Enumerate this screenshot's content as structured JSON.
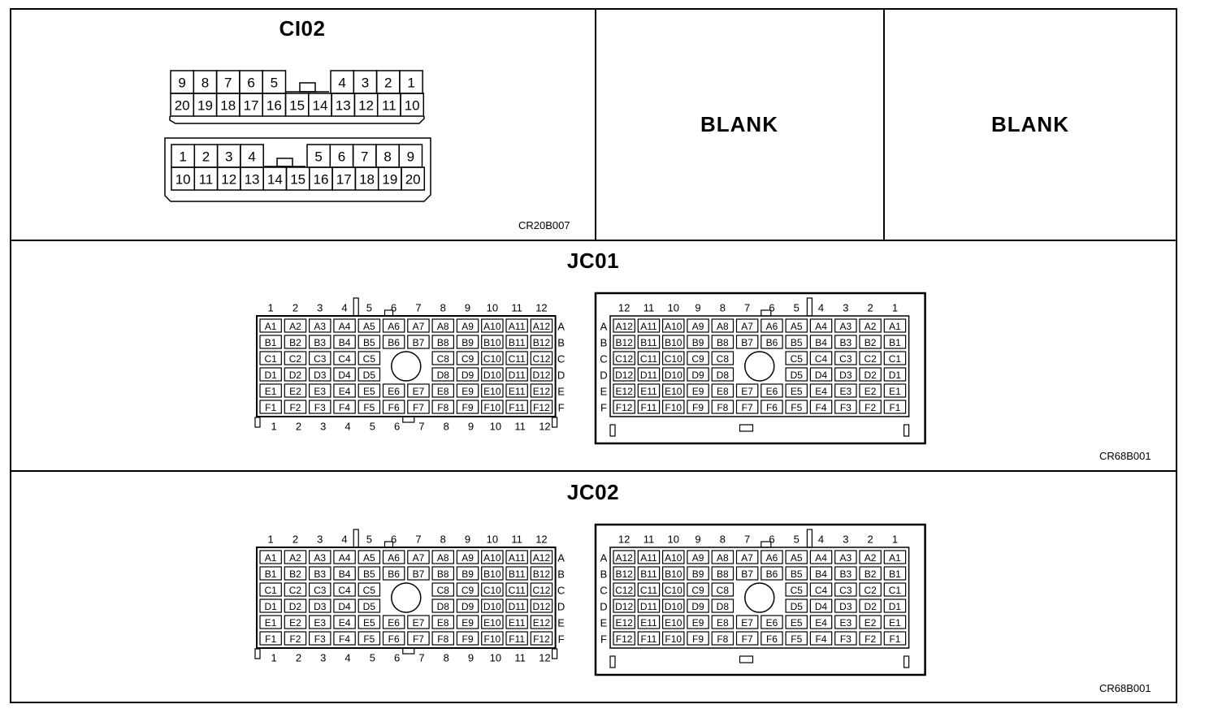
{
  "sections": {
    "ci02": {
      "title": "CI02",
      "code": "CR20B007",
      "top_connector": {
        "row1_left": [
          "9",
          "8",
          "7",
          "6",
          "5"
        ],
        "row1_right": [
          "4",
          "3",
          "2",
          "1"
        ],
        "row2": [
          "20",
          "19",
          "18",
          "17",
          "16",
          "15",
          "14",
          "13",
          "12",
          "11",
          "10"
        ]
      },
      "bottom_connector": {
        "row1_left": [
          "1",
          "2",
          "3",
          "4"
        ],
        "row1_right": [
          "5",
          "6",
          "7",
          "8",
          "9"
        ],
        "row2": [
          "10",
          "11",
          "12",
          "13",
          "14",
          "15",
          "16",
          "17",
          "18",
          "19",
          "20"
        ]
      }
    },
    "blank1": {
      "label": "BLANK"
    },
    "blank2": {
      "label": "BLANK"
    },
    "jc01": {
      "title": "JC01",
      "code": "CR68B001"
    },
    "jc02": {
      "title": "JC02",
      "code": "CR68B001"
    }
  },
  "grid": {
    "rows": [
      "A",
      "B",
      "C",
      "D",
      "E",
      "F"
    ],
    "columns": [
      "1",
      "2",
      "3",
      "4",
      "5",
      "6",
      "7",
      "8",
      "9",
      "10",
      "11",
      "12"
    ]
  },
  "colors": {
    "line": "#000000",
    "background": "#ffffff"
  }
}
